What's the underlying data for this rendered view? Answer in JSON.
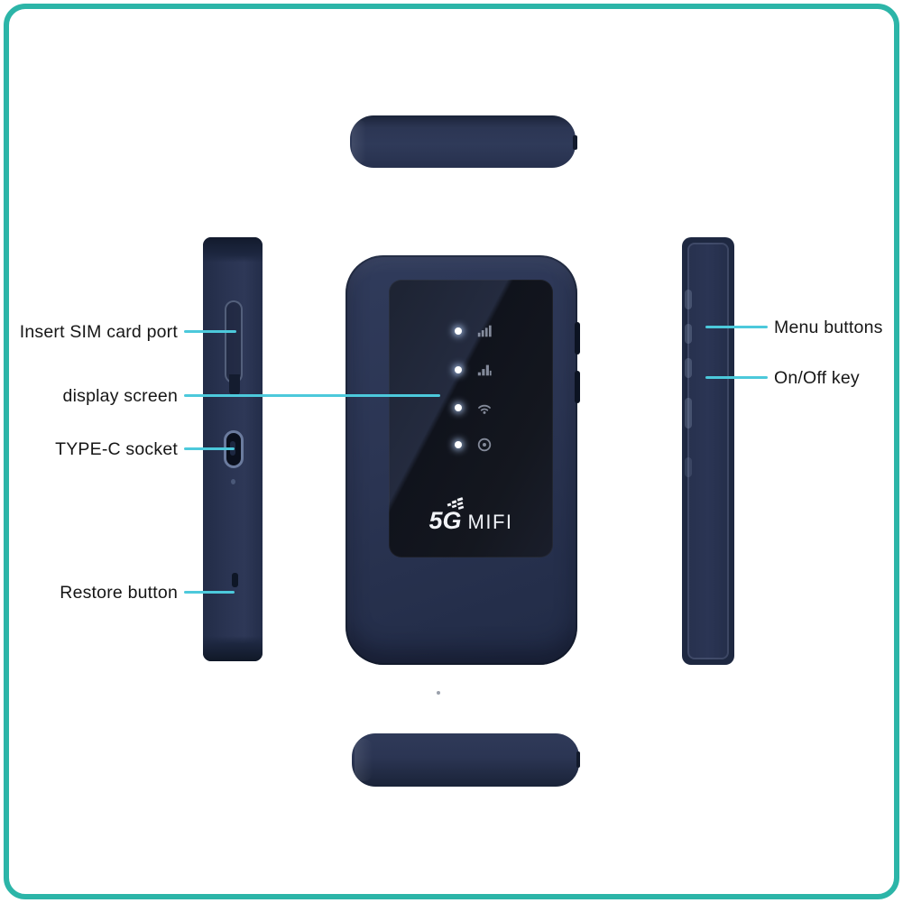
{
  "page": {
    "background": "#ffffff",
    "frame_color": "#2cb5a8",
    "leader_line_color": "#4cc9db",
    "device_body_color": "#2b3553",
    "screen_color": "#12151d"
  },
  "labels": {
    "sim": "Insert SIM card port",
    "display": "display screen",
    "typec": "TYPE-C socket",
    "restore": "Restore button",
    "menu": "Menu buttons",
    "onoff": "On/Off key"
  },
  "device": {
    "logo_5g": "5G",
    "logo_mifi": "MIFI",
    "indicators": [
      {
        "icon": "signal-4g-icon"
      },
      {
        "icon": "signal-5g-icon"
      },
      {
        "icon": "wifi-icon"
      },
      {
        "icon": "battery-status-icon"
      }
    ],
    "views": [
      "top",
      "left-side",
      "front",
      "right-side",
      "bottom"
    ]
  }
}
